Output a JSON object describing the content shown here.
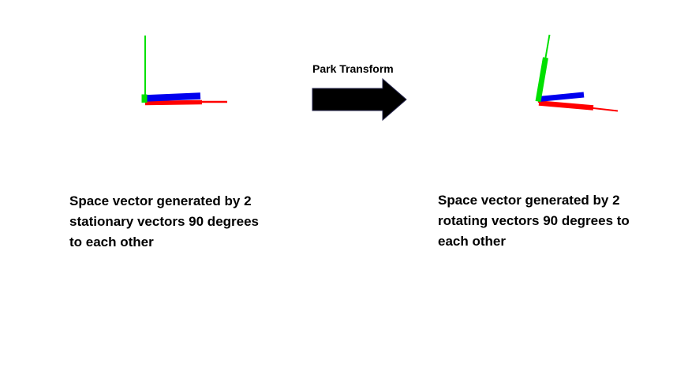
{
  "background": "#ffffff",
  "colors": {
    "green": "#00e000",
    "red": "#ff0000",
    "blue": "#0000ee",
    "black": "#000000"
  },
  "center": {
    "arrow_label": "Park Transform"
  },
  "left_panel": {
    "caption_lines": [
      "Space vector generated by 2",
      "stationary vectors 90 degrees",
      "to each other"
    ],
    "vectors": [
      {
        "id": "beta-axis-line",
        "color": "green",
        "style": "thin-line",
        "description": "vertical axis line pointing straight up from origin"
      },
      {
        "id": "beta-component-vector",
        "color": "green",
        "style": "thick-bar",
        "description": "very short vertical component stub at origin"
      },
      {
        "id": "alpha-axis-line",
        "color": "red",
        "style": "thin-line",
        "description": "horizontal axis line pointing right from origin"
      },
      {
        "id": "alpha-component-vector",
        "color": "red",
        "style": "thick-bar",
        "description": "long component bar along the horizontal axis"
      },
      {
        "id": "space-vector",
        "color": "blue",
        "style": "thick-bar",
        "description": "resultant space vector, nearly horizontal, slightly tilted up"
      }
    ]
  },
  "right_panel": {
    "caption_lines": [
      "Space vector generated by 2",
      "rotating vectors 90 degrees to",
      "each other"
    ],
    "vectors": [
      {
        "id": "q-axis-line",
        "color": "green",
        "style": "thin-line",
        "description": "near-vertical axis line tilted clockwise about 10 degrees"
      },
      {
        "id": "q-component-vector",
        "color": "green",
        "style": "thick-bar",
        "description": "long component bar along the tilted vertical axis"
      },
      {
        "id": "d-axis-line",
        "color": "red",
        "style": "thin-line",
        "description": "near-horizontal axis line tilted down about 6 degrees"
      },
      {
        "id": "d-component-vector",
        "color": "red",
        "style": "thick-bar",
        "description": "long component bar along the tilted horizontal axis"
      },
      {
        "id": "space-vector",
        "color": "blue",
        "style": "thick-bar",
        "description": "resultant space vector, slightly tilted up"
      }
    ]
  }
}
